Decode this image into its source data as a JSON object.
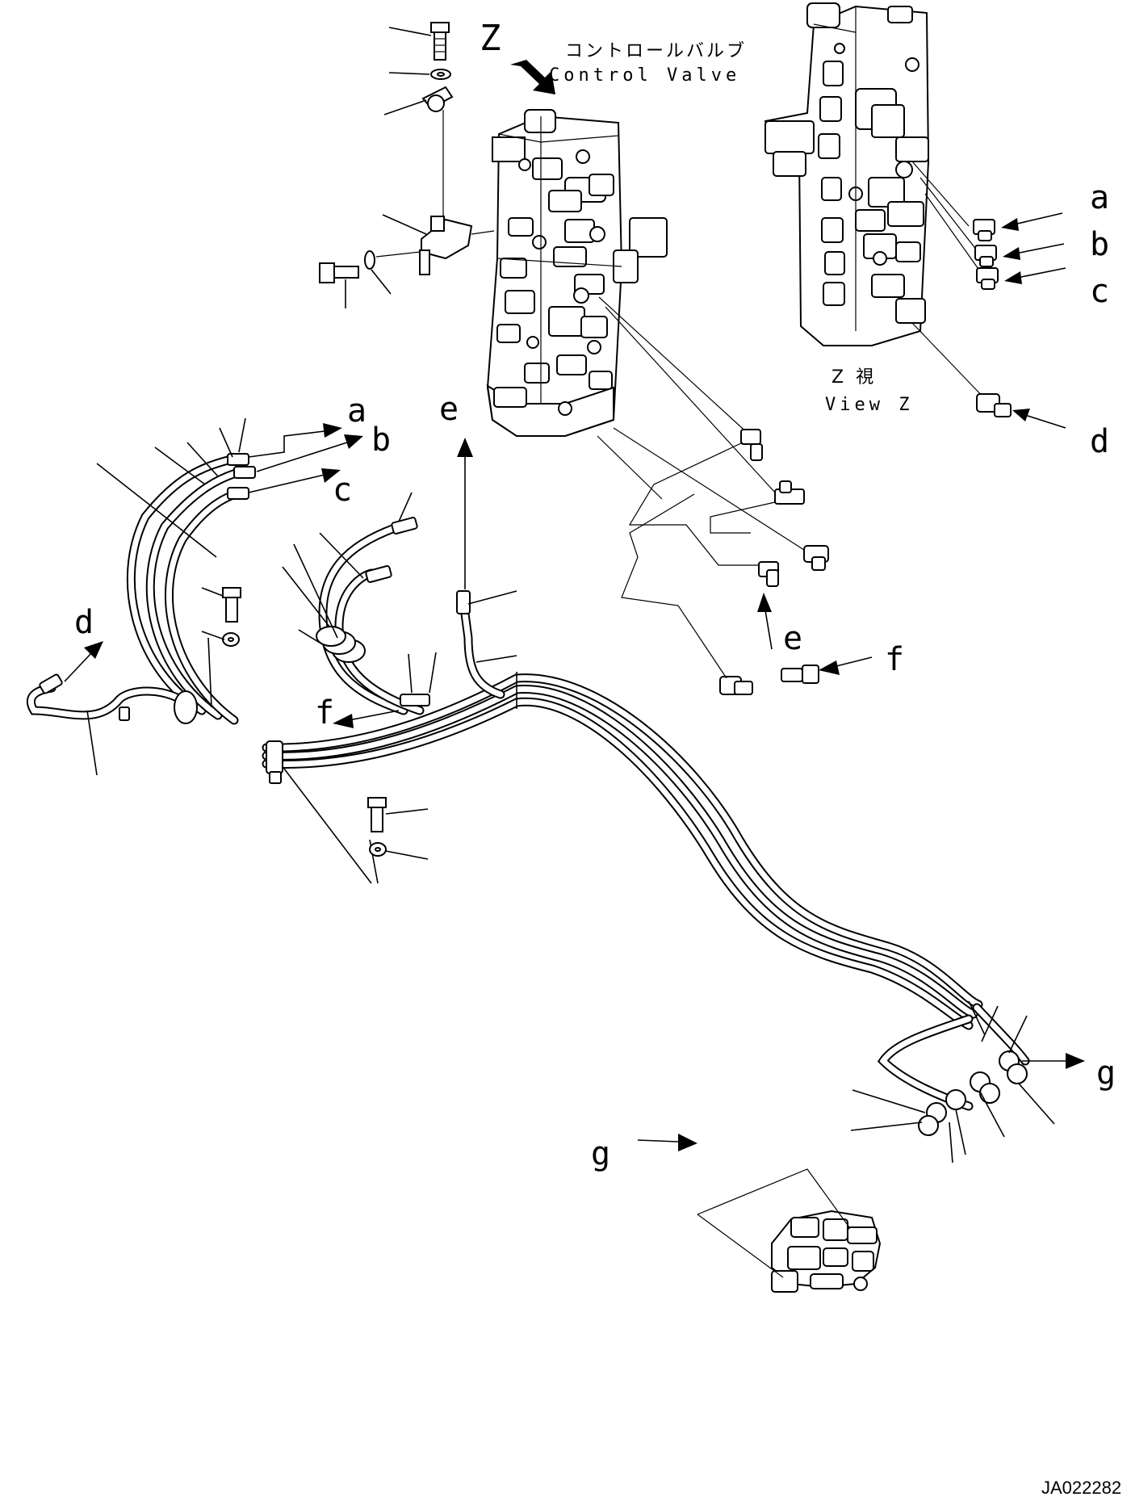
{
  "view": {
    "z_letter": "Z",
    "control_valve_jp": "コントロールバルブ",
    "control_valve_en": "Control Valve",
    "view_jp": "Z 視",
    "view_en": "View Z"
  },
  "ports": {
    "a": "a",
    "b": "b",
    "c": "c",
    "d": "d",
    "e": "e",
    "f": "f",
    "g": "g"
  },
  "drawing_code": "JA022282"
}
